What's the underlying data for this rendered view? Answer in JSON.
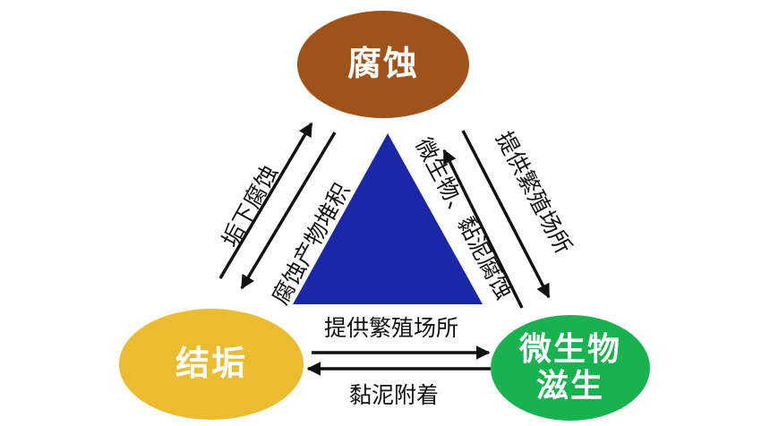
{
  "nodes": {
    "corrosion": "腐蚀",
    "scale": "结垢",
    "microbe_line1": "微生物",
    "microbe_line2": "滋生"
  },
  "edges": {
    "scale_to_corrosion": "垢下腐蚀",
    "corrosion_to_scale": "腐蚀产物堆积",
    "microbe_to_corrosion": "微生物、黏泥腐蚀",
    "corrosion_to_microbe": "提供繁殖场所",
    "scale_to_microbe": "提供繁殖场所",
    "microbe_to_scale": "黏泥附着"
  },
  "colors": {
    "corrosion": "#a0521b",
    "scale": "#ecbc30",
    "microbe": "#18b251",
    "triangle": "#1a27a8",
    "arrow": "#111111"
  }
}
